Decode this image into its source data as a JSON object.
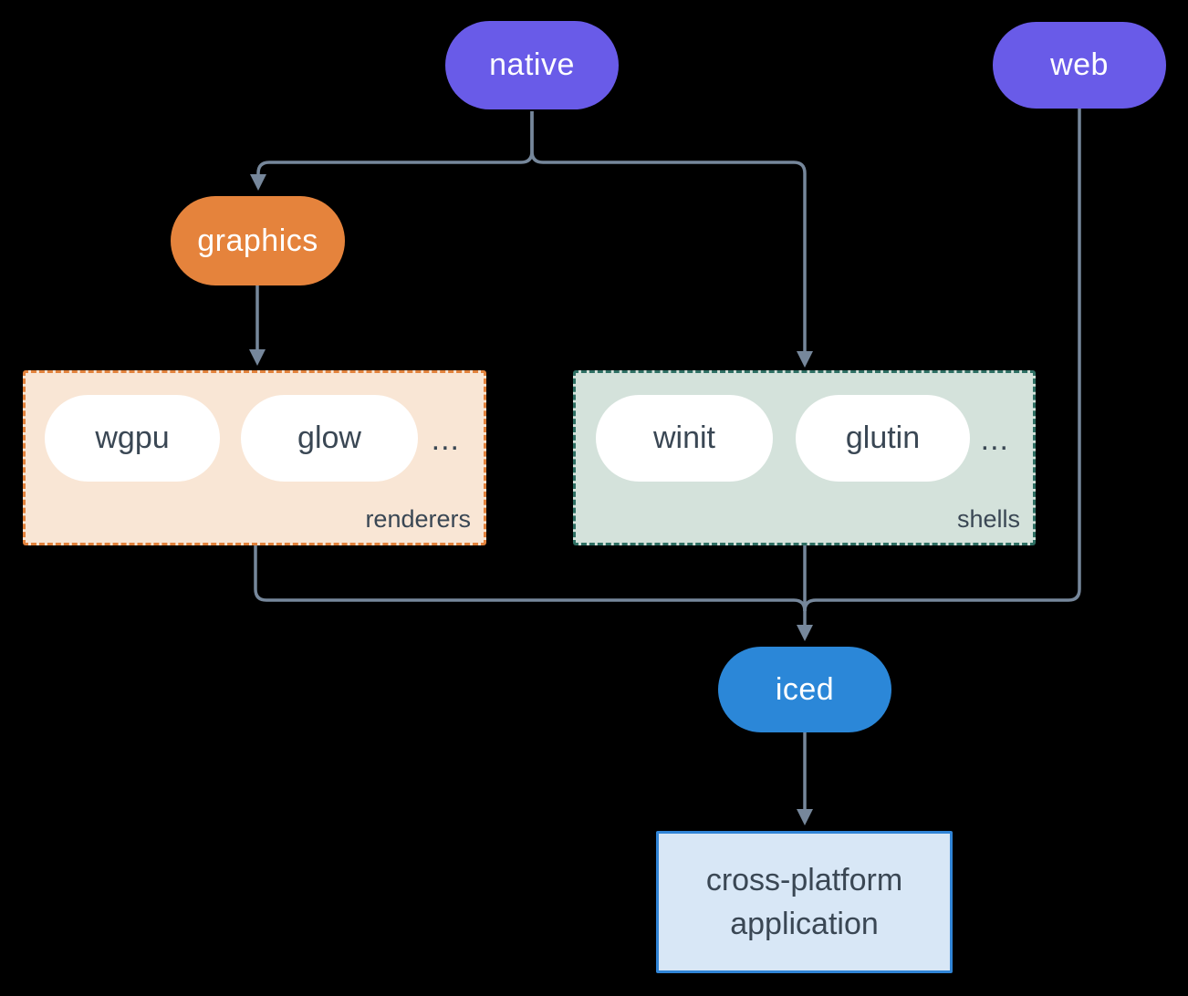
{
  "nodes": {
    "native": {
      "label": "native"
    },
    "web": {
      "label": "web"
    },
    "graphics": {
      "label": "graphics"
    },
    "iced": {
      "label": "iced"
    },
    "application": {
      "label": "cross-platform application"
    }
  },
  "groups": {
    "renderers": {
      "label": "renderers",
      "items": [
        "wgpu",
        "glow"
      ],
      "ellipsis": "..."
    },
    "shells": {
      "label": "shells",
      "items": [
        "winit",
        "glutin"
      ],
      "ellipsis": "..."
    }
  },
  "colors": {
    "background": "#000000",
    "purple": "#695BE8",
    "orange": "#E5833C",
    "blue": "#2B87D8",
    "renderers_bg": "#F9E6D5",
    "renderers_border": "#E2823C",
    "shells_bg": "#D4E2DB",
    "shells_border": "#2E6F63",
    "app_bg": "#D8E7F6",
    "app_border": "#3084D6",
    "text_dark": "#3A4754",
    "edge": "#76879B"
  }
}
